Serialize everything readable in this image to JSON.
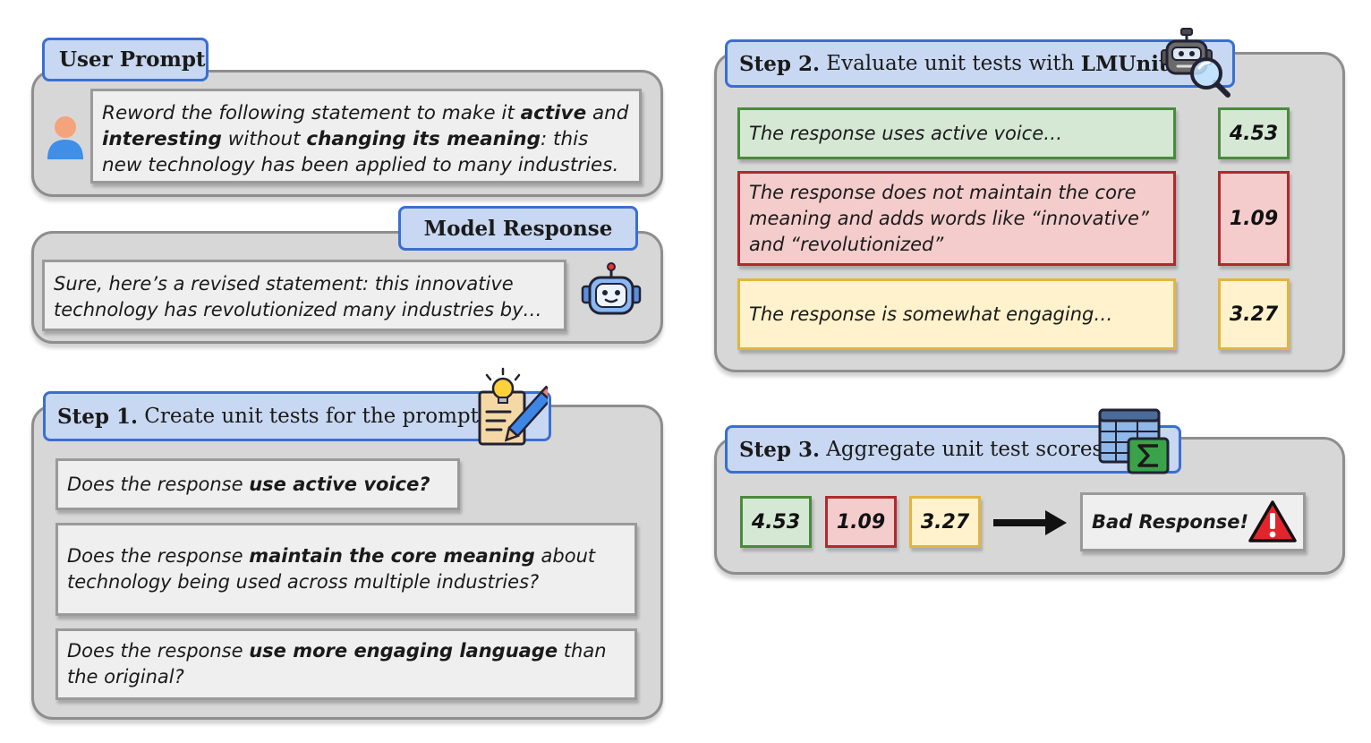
{
  "user_prompt": {
    "tab_label": "User Prompt",
    "text": {
      "p1": "Reword the following statement to make it ",
      "b1": "active",
      "p2": " and ",
      "b2": "interesting",
      "p3": " without ",
      "b3": "changing its meaning",
      "p4": ": this new technology has been applied to many industries."
    }
  },
  "model_response": {
    "tab_label": "Model Response",
    "text": "Sure, here’s a revised statement: this innovative technology has revolutionized many industries by…"
  },
  "step1": {
    "step_label": "Step 1.",
    "title": " Create unit tests for the prompt",
    "tests": [
      {
        "pre": "Does the response ",
        "bold": "use active voice?",
        "post": ""
      },
      {
        "pre": "Does the response ",
        "bold": "maintain the core meaning",
        "post": " about technology being used across multiple industries?"
      },
      {
        "pre": "Does the response ",
        "bold": "use more engaging language",
        "post": " than the original?"
      }
    ]
  },
  "step2": {
    "step_label": "Step 2.",
    "title": " Evaluate unit tests with ",
    "title_bold": "LMUnit",
    "results": [
      {
        "text": "The response uses active voice…",
        "score": "4.53"
      },
      {
        "text": "The response does not maintain the core meaning and adds words like “innovative” and “revolutionized”",
        "score": "1.09"
      },
      {
        "text": "The response is somewhat engaging…",
        "score": "3.27"
      }
    ]
  },
  "step3": {
    "step_label": "Step 3.",
    "title": " Aggregate unit test scores",
    "scores": [
      "4.53",
      "1.09",
      "3.27"
    ],
    "verdict": "Bad Response!"
  },
  "colors": {
    "green_fill": "#d5e8d4",
    "green_border": "#4a8a3d",
    "red_fill": "#f4cccc",
    "red_border": "#b2292c",
    "yellow_fill": "#fff2cc",
    "yellow_border": "#e3b53e",
    "tab_fill": "#c8d8f2",
    "tab_border": "#3a6fd1"
  },
  "icons": [
    "user-icon",
    "robot-icon",
    "idea-notepad-icon",
    "robot-magnifier-icon",
    "spreadsheet-sigma-icon",
    "arrow-right-icon",
    "warning-icon"
  ]
}
